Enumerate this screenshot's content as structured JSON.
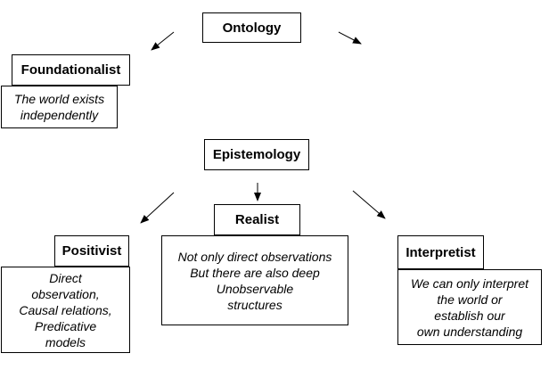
{
  "nodes": {
    "ontology": {
      "label": "Ontology"
    },
    "foundationalist": {
      "label": "Foundationalist",
      "description": "The world exists\nindependently"
    },
    "epistemology": {
      "label": "Epistemology"
    },
    "positivist": {
      "label": "Positivist",
      "description": "Direct\nobservation,\nCausal relations,\nPredicative\nmodels"
    },
    "realist": {
      "label": "Realist",
      "description": "Not only direct observations\nBut there are also deep\nUnobservable\nstructures"
    },
    "interpretist": {
      "label": "Interpretist",
      "description": "We can only interpret\nthe world or\nestablish our\nown understanding"
    }
  }
}
